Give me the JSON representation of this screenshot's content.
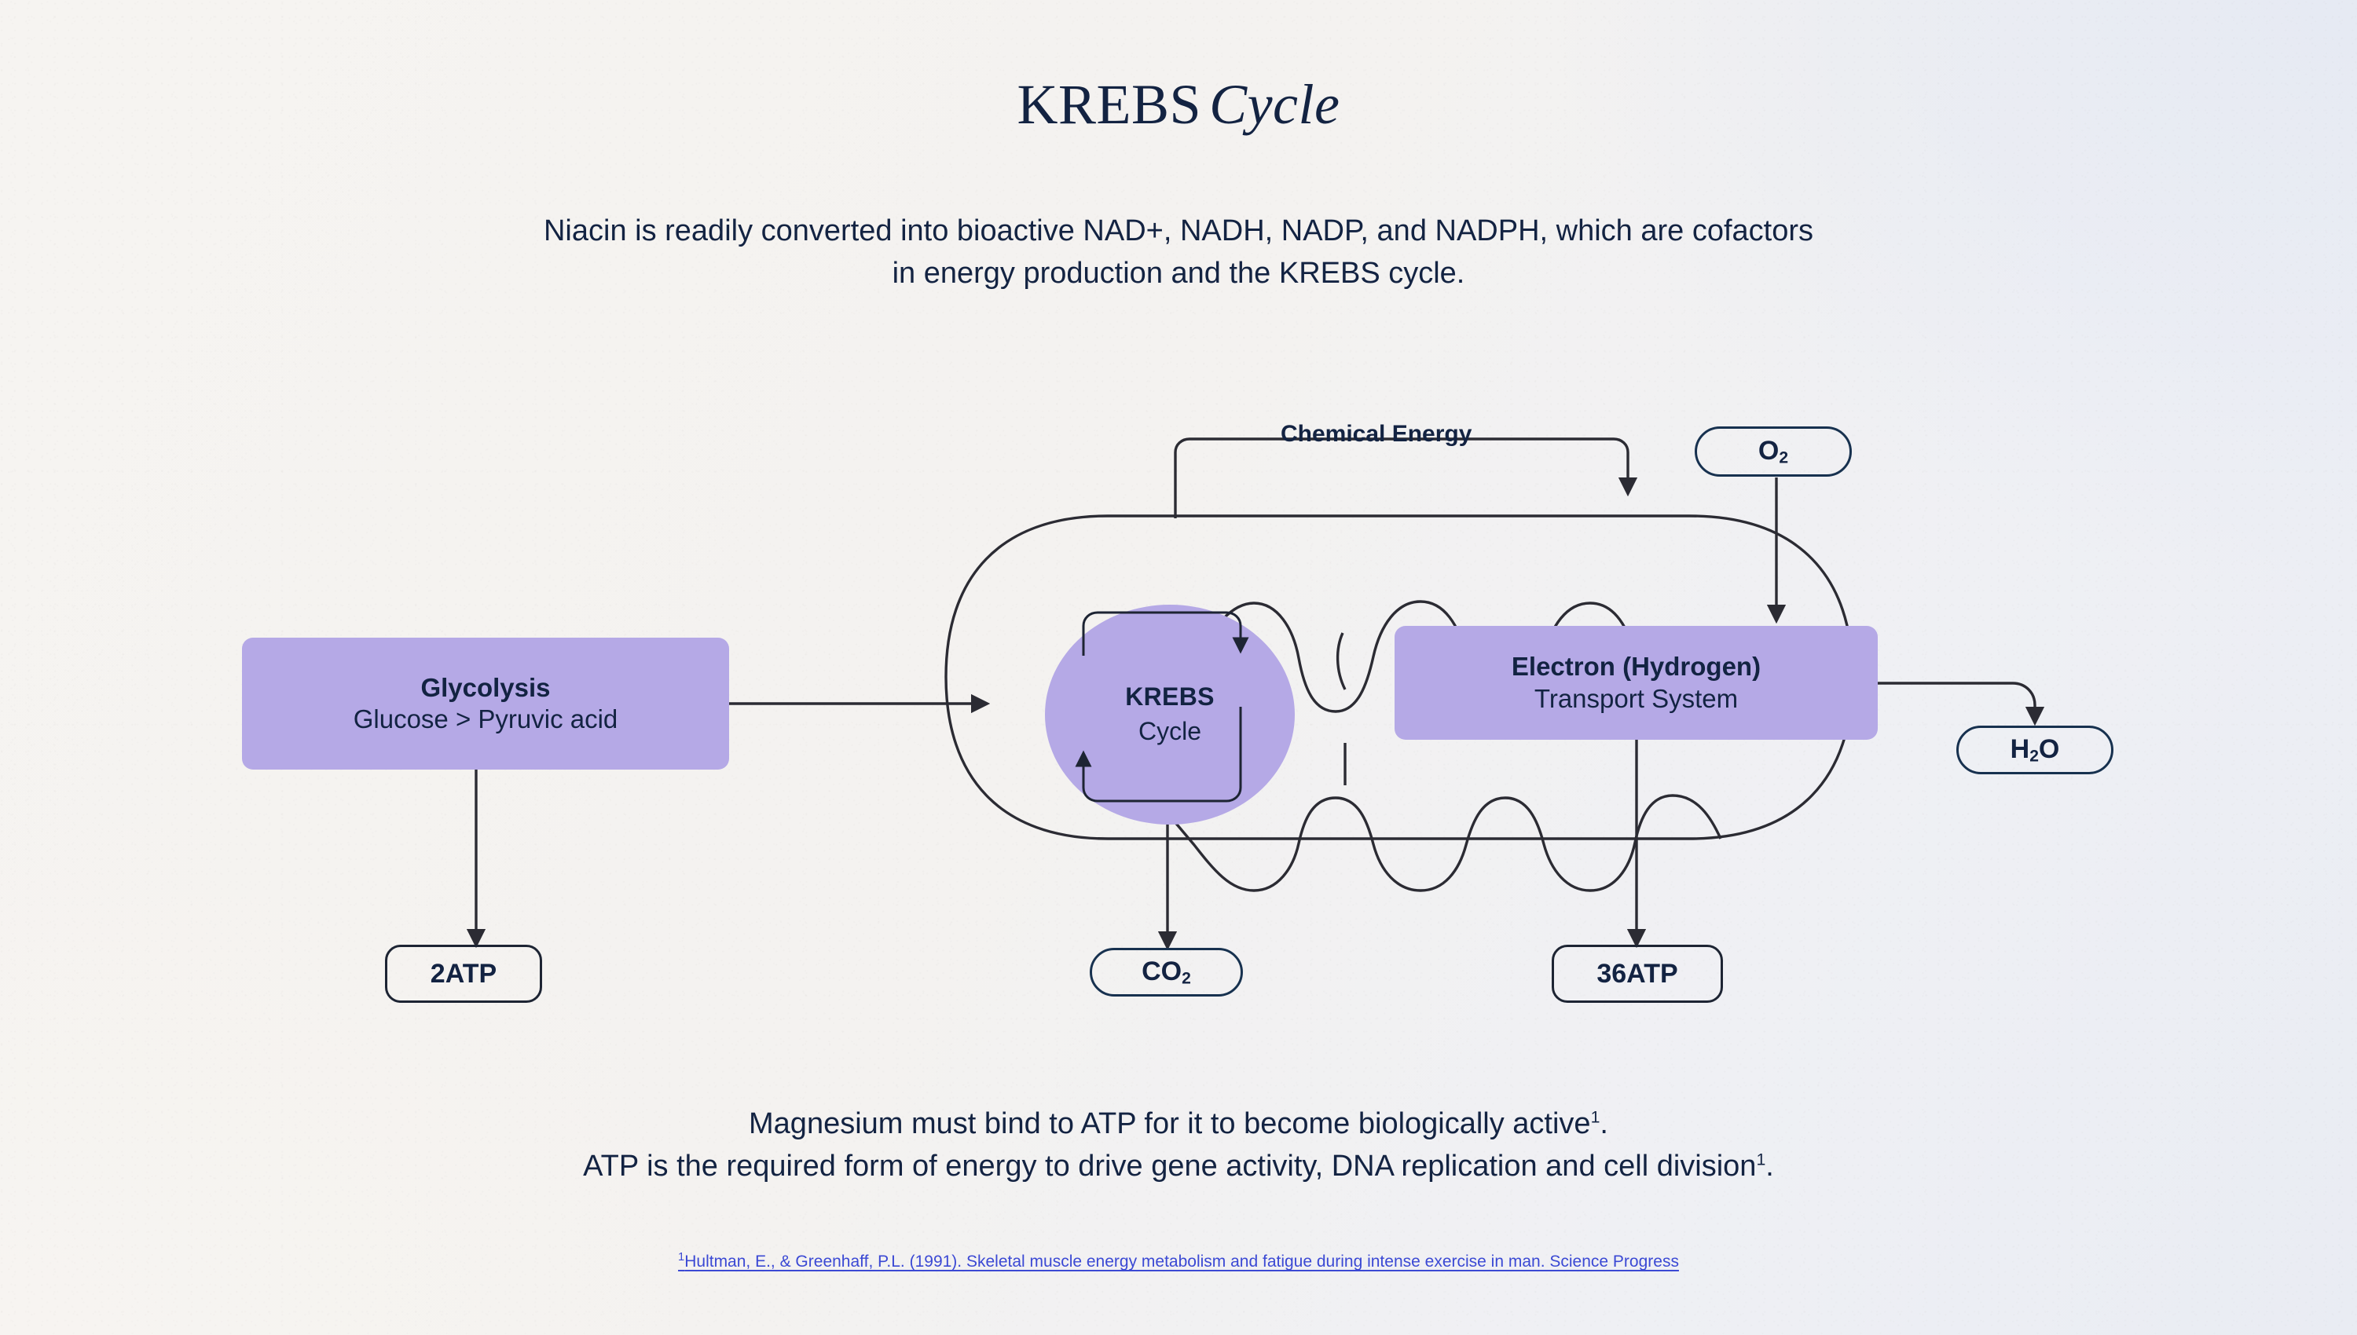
{
  "page": {
    "title_regular": "KREBS",
    "title_italic": "Cycle",
    "subtitle_line1": "Niacin is readily converted into bioactive NAD+, NADH, NADP, and NADPH, which are cofactors",
    "subtitle_line2": "in energy production and the KREBS cycle.",
    "footer_line1": "Magnesium must bind to ATP for it to become biologically active",
    "footer_line1_sup": "1",
    "footer_line2": "ATP is the required form of energy to drive gene activity, DNA replication and cell division",
    "footer_line2_sup": "1",
    "citation_sup": "1",
    "citation": "Hultman, E., & Greenhaff, P.L. (1991). Skeletal muscle energy metabolism and fatigue during intense exercise in man. Science Progress"
  },
  "colors": {
    "ink": "#132342",
    "accent_purple": "#b5a9e6",
    "outline": "#17314f",
    "line": "#2b2b33",
    "link": "#3b49d4",
    "background": "#f5f3f0"
  },
  "diagram": {
    "glycolysis": {
      "title": "Glycolysis",
      "detail": "Glucose > Pyruvic acid"
    },
    "krebs": {
      "title": "KREBS",
      "detail": "Cycle"
    },
    "ets": {
      "title": "Electron (Hydrogen)",
      "detail": "Transport System"
    },
    "chemical_energy_label": "Chemical Energy",
    "nodes": {
      "o2": {
        "label": "O",
        "sub": "2"
      },
      "h2o": {
        "label_a": "H",
        "sub": "2",
        "label_b": "O"
      },
      "co2": {
        "label": "CO",
        "sub": "2"
      },
      "atp2": {
        "label": "2ATP"
      },
      "atp36": {
        "label": "36ATP"
      }
    }
  }
}
